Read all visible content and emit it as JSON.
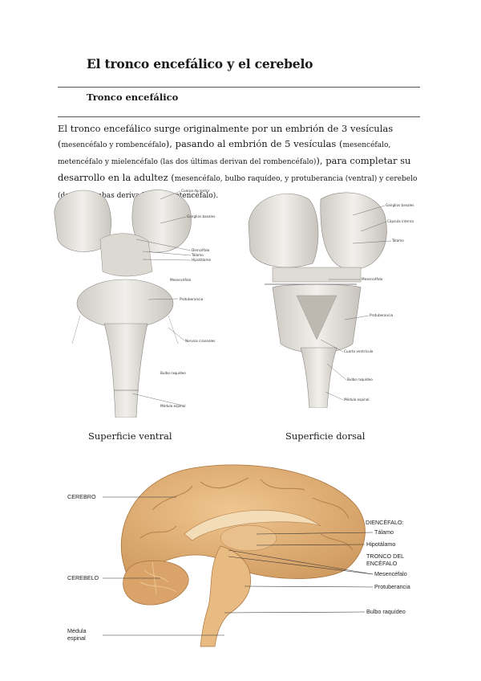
{
  "title": "El tronco encefálico y el cerebelo",
  "subtitle": "Tronco encefálico",
  "paragraph": {
    "p1": "El tronco encefálico surge originalmente por un embrión de 3 vesículas (",
    "s1": "mesencéfalo y rombencéfalo",
    "p2": "), pasando al embrión de 5 vesículas (",
    "s2": "mesencéfalo, metencéfalo y mielencéfalo (las dos últimas derivan del rombencéfalo)",
    "p3": "), para completar su desarrollo en la adultez (",
    "s3": "mesencéfalo, bulbo raquídeo, y protuberancia (",
    "s4": "ventral",
    "p4": ") y cerebelo (",
    "s5": "dorsal",
    "p5": "), ambas derivadas del metencéfalo)."
  },
  "ventral": {
    "caption": "Superficie ventral",
    "labels": [
      "Cuerpo de lentor",
      "Ganglios basales",
      "Diencéfalo",
      "Tálamo",
      "Hipotálamo",
      "Mesencéfalo",
      "Protuberancia",
      "Nervios craneales",
      "Bulbo raquídeo",
      "Médula espinal"
    ]
  },
  "dorsal": {
    "caption": "Superficie dorsal",
    "labels": [
      "Ganglios basales",
      "Cápsula interna",
      "Tálamo",
      "Mesencéfalo",
      "Protuberancia",
      "Cuarto ventrículo",
      "Bulbo raquídeo",
      "Médula espinal"
    ]
  },
  "sagittal": {
    "cerebro": "CEREBRO",
    "cerebelo": "CEREBELO",
    "medula": [
      "Médula",
      "espinal"
    ],
    "diencefalo": "DIENCÉFALO:",
    "talamo": "Tálamo",
    "hipotalamo": "Hipotálamo",
    "tronco": [
      "TRONCO DEL",
      "ENCÉFALO"
    ],
    "mesencefalo": "Mesencéfalo",
    "protuberancia": "Protuberancia",
    "bulbo": "Bulbo raquídeo"
  },
  "colors": {
    "brain": "#e2b47e",
    "brain_dark": "#b9834c",
    "gray_fig": "#d9d6d0"
  }
}
